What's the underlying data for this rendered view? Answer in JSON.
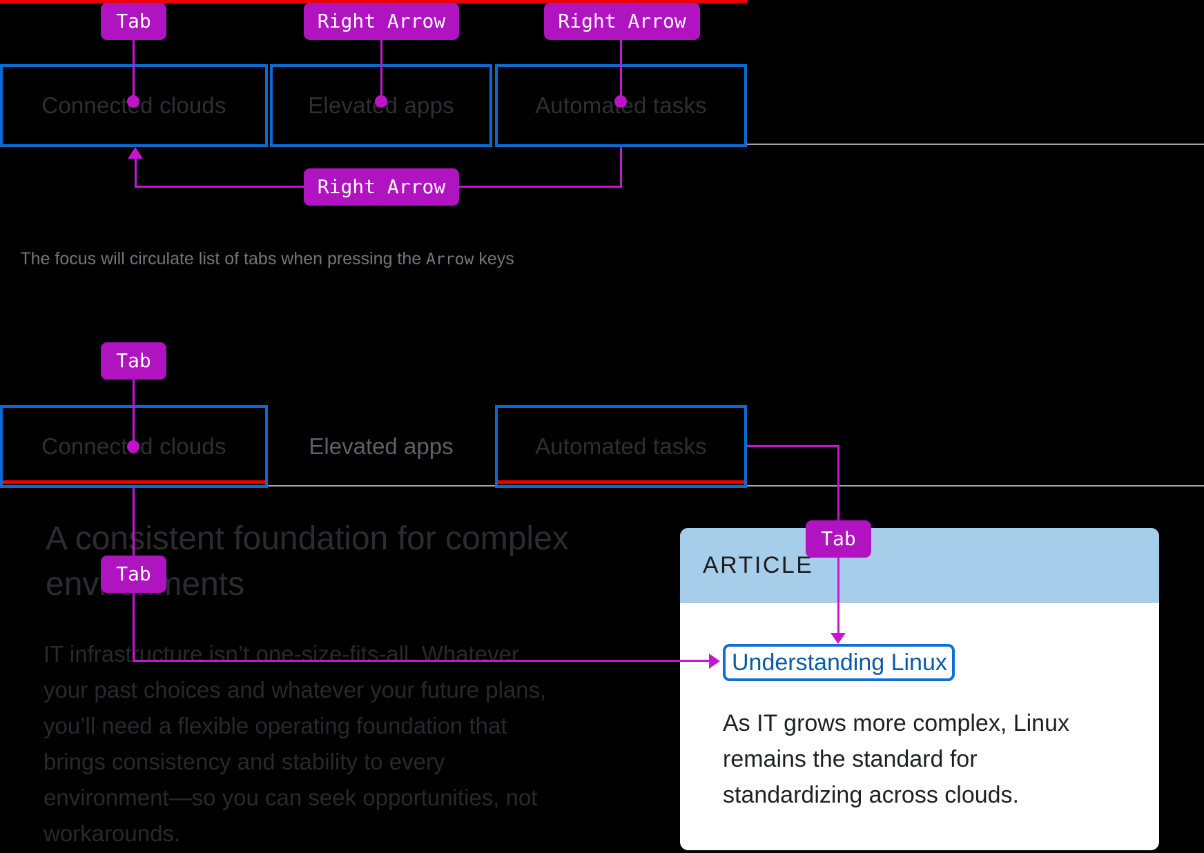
{
  "colors": {
    "background": "#000000",
    "annotation_fill": "#b013c0",
    "annotation_line": "#c715d2",
    "tab_border_blue": "#0b6bd4",
    "tab_underline_red": "#ec0000",
    "divider_grey": "#a3a3a3",
    "focus_ring_blue": "#0d6ed6",
    "link_blue": "#0b5aa5",
    "card_header_bg": "#a6cdea",
    "card_body_bg": "#ffffff"
  },
  "section1": {
    "key_labels": {
      "tab": "Tab",
      "right_arrow_1": "Right Arrow",
      "right_arrow_2": "Right Arrow",
      "right_arrow_circulate": "Right Arrow"
    },
    "tabs": [
      {
        "label": "Connected clouds"
      },
      {
        "label": "Elevated apps"
      },
      {
        "label": "Automated tasks"
      }
    ],
    "caption": {
      "before": "The focus will circulate list of tabs when pressing the ",
      "key": "Arrow",
      "after": " keys"
    }
  },
  "section2": {
    "key_labels": {
      "tab_into_tabs": "Tab",
      "tab_from_connected": "Tab",
      "tab_from_automated": "Tab"
    },
    "tabs": [
      {
        "label": "Connected clouds"
      },
      {
        "label": "Elevated apps"
      },
      {
        "label": "Automated tasks"
      }
    ],
    "content": {
      "heading": "A consistent foundation for complex\nenvironments",
      "paragraph": "IT infrastructure isn’t one-size-fits-all. Whatever\nyour past choices and whatever your future plans,\nyou’ll need a flexible operating foundation that\nbrings consistency and stability to every\nenvironment—so you can seek opportunities, not\nworkarounds."
    },
    "card": {
      "header": "ARTICLE",
      "link": "Understanding Linux",
      "paragraph": "As IT grows more complex, Linux\nremains the standard for\nstandardizing across clouds."
    }
  }
}
